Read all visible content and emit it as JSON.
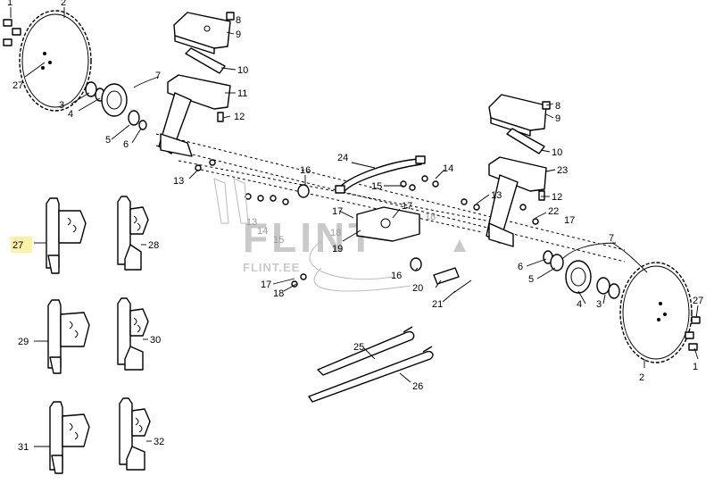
{
  "watermark": {
    "logo_text": "FLINT",
    "sub_text": "FLINT.EE"
  },
  "highlighted_label": "27",
  "callouts": {
    "c1": "1",
    "c2": "2",
    "c3": "3",
    "c4": "4",
    "c5": "5",
    "c6": "6",
    "c7": "7",
    "c8": "8",
    "c9": "9",
    "c10": "10",
    "c11": "11",
    "c12": "12",
    "c13": "13",
    "c14": "14",
    "c15": "15",
    "c16": "16",
    "c17": "17",
    "c18": "18",
    "c19": "19",
    "c20": "20",
    "c21": "21",
    "c22": "22",
    "c23": "23",
    "c24": "24",
    "c25": "25",
    "c26": "26",
    "c27": "27",
    "c28": "28",
    "c29": "29",
    "c30": "30",
    "c31": "31",
    "c32": "32"
  },
  "ghost_labels": {
    "g13": "13",
    "g14": "14",
    "g15": "15",
    "g18a": "18",
    "g18b": "18"
  }
}
